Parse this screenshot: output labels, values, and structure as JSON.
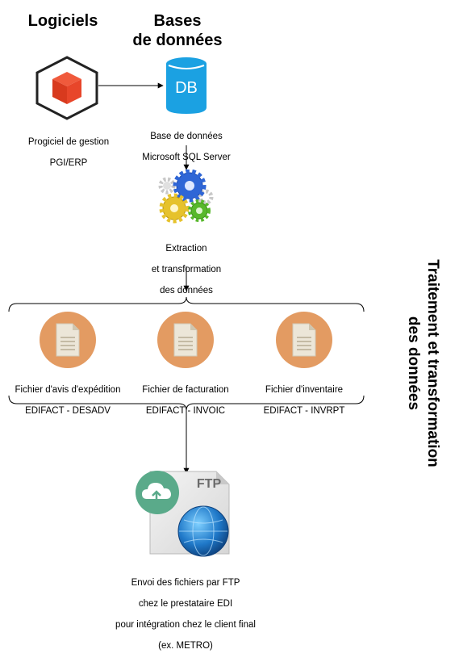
{
  "headings": {
    "software": "Logiciels",
    "databases_line1": "Bases",
    "databases_line2": "de données"
  },
  "side_label": {
    "line1": "Traitement et transformation",
    "line2": "des données"
  },
  "nodes": {
    "erp": {
      "line1": "Progiciel de gestion",
      "line2": "PGI/ERP"
    },
    "database": {
      "icon_text": "DB",
      "line1": "Base de données",
      "line2": "Microsoft SQL Server"
    },
    "extraction": {
      "line1": "Extraction",
      "line2": "et transformation",
      "line3": "des données"
    },
    "desadv": {
      "line1": "Fichier d'avis d'expédition",
      "line2": "EDIFACT - DESADV"
    },
    "invoic": {
      "line1": "Fichier de facturation",
      "line2": "EDIFACT  - INVOIC"
    },
    "invrpt": {
      "line1": "Fichier d'inventaire",
      "line2": "EDIFACT - INVRPT"
    },
    "ftp": {
      "icon_text": "FTP",
      "line1": "Envoi des fichiers par FTP",
      "line2": "chez le prestataire EDI",
      "line3": "pour intégration chez le client final",
      "line4": "(ex. METRO)"
    }
  },
  "colors": {
    "db_cyan": "#1ba1e2",
    "erp_red": "#e8462a",
    "doc_circle": "#e39b62",
    "ftp_green": "#5aaa8a",
    "globe_blue": "#1f78c8",
    "gear_blue": "#2f66d6",
    "gear_yellow": "#e6c22c",
    "gear_green": "#58b82c"
  }
}
